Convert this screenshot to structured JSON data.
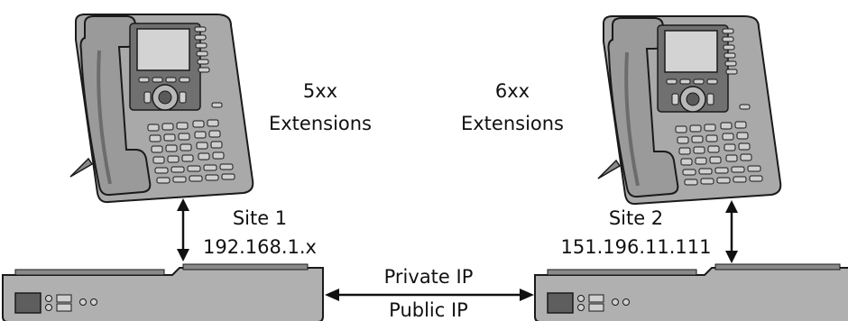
{
  "site1": {
    "extensions_line1": "5xx",
    "extensions_line2": "Extensions",
    "site_name": "Site 1",
    "ip": "192.168.1.x"
  },
  "site2": {
    "extensions_line1": "6xx",
    "extensions_line2": "Extensions",
    "site_name": "Site 2",
    "ip": "151.196.11.111"
  },
  "link": {
    "top_label": "Private IP",
    "bottom_label": "Public IP"
  },
  "icons": [
    "desk-phone-icon",
    "phone-system-box-icon",
    "double-arrow-icon"
  ],
  "colors": {
    "device_body": "#a9a9a9",
    "device_dark": "#707070",
    "outline": "#1a1a1a",
    "screen": "#d3d3d3"
  }
}
